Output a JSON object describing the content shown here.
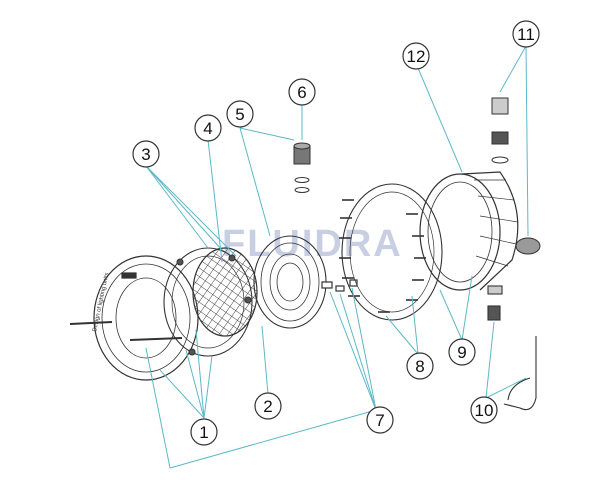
{
  "watermark": "FLUIDRA",
  "ring_text": "Design of lighting units",
  "callouts": [
    {
      "label": "1"
    },
    {
      "label": "2"
    },
    {
      "label": "3"
    },
    {
      "label": "4"
    },
    {
      "label": "5"
    },
    {
      "label": "6"
    },
    {
      "label": "7"
    },
    {
      "label": "8"
    },
    {
      "label": "9"
    },
    {
      "label": "10"
    },
    {
      "label": "11"
    },
    {
      "label": "12"
    }
  ],
  "colors": {
    "leader": "#5bb8c9",
    "outline": "#333333",
    "ring_fill": "#ffffff",
    "watermark": "#c9cfe3"
  }
}
